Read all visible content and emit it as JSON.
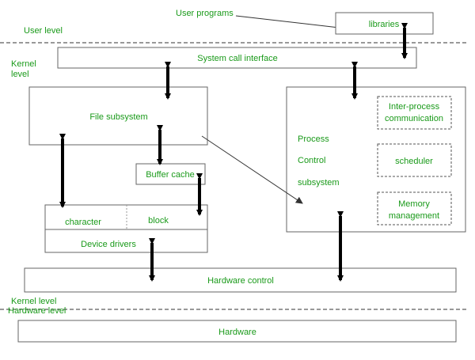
{
  "labels": {
    "user_programs": "User programs",
    "libraries": "libraries",
    "user_level": "User level",
    "kernel_level_top_1": "Kernel",
    "kernel_level_top_2": "level",
    "system_call_interface": "System call interface",
    "file_subsystem": "File subsystem",
    "buffer_cache": "Buffer cache",
    "character": "character",
    "block": "block",
    "device_drivers": "Device drivers",
    "process_1": "Process",
    "process_2": "Control",
    "process_3": "subsystem",
    "ipc_1": "Inter-process",
    "ipc_2": "communication",
    "scheduler": "scheduler",
    "memory_1": "Memory",
    "memory_2": "management",
    "hardware_control": "Hardware control",
    "kernel_level_bottom": "Kernel level",
    "hardware_level": "Hardware level",
    "hardware": "Hardware"
  },
  "colors": {
    "text": "#1a9a1a",
    "border": "#666666",
    "arrow": "#000000"
  }
}
